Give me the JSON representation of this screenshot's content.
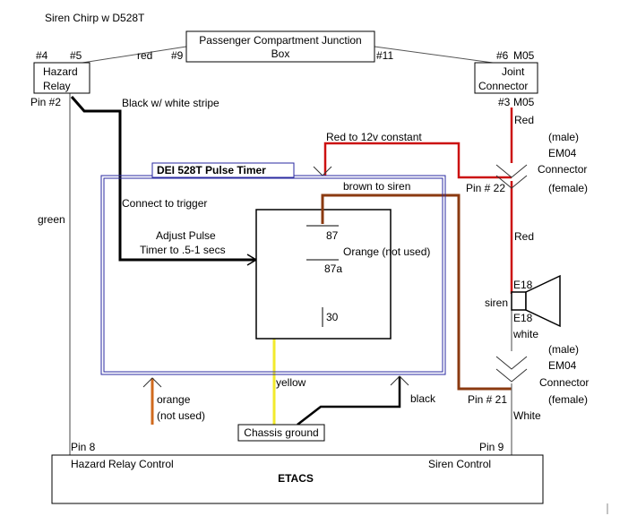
{
  "title": "Siren Chirp w D528T",
  "blocks": {
    "junction_box": [
      "Passenger Compartment Junction",
      "Box"
    ],
    "hazard_relay": [
      "Hazard",
      "Relay"
    ],
    "joint_connector": [
      "Joint",
      "Connector"
    ],
    "timer_title": "DEI 528T Pulse Timer",
    "chassis_ground": "Chassis ground",
    "etacs": "ETACS"
  },
  "pins": {
    "p4": "#4",
    "p5": "#5",
    "p9": "#9",
    "p11": "#11",
    "p6": "#6",
    "m05_top": "M05",
    "p3": "#3",
    "m05_bottom": "M05",
    "pin2": "Pin #2",
    "pin22": "Pin # 22",
    "pin21": "Pin # 21",
    "pin8": "Pin 8",
    "pin9": "Pin 9"
  },
  "relay": {
    "t87": "87",
    "t87a": "87a",
    "t30": "30"
  },
  "labels": {
    "red_top": "red",
    "black_white": "Black w/ white stripe",
    "red_m05": "Red",
    "red_12v": "Red to 12v constant",
    "em04_top": [
      "(male)",
      "EM04",
      "Connector",
      "(female)"
    ],
    "brown_siren": "brown to siren",
    "connect_trigger": "Connect to trigger",
    "adjust_pulse": [
      "Adjust Pulse",
      "Timer to .5-1 secs"
    ],
    "orange_relay": "Orange (not used)",
    "green": "green",
    "red_mid": "Red",
    "e18_top": "E18",
    "siren": "siren",
    "e18_bottom": "E18",
    "white_small": "white",
    "em04_bottom": [
      "(male)",
      "EM04",
      "Connector",
      "(female)"
    ],
    "orange_bottom": [
      "orange",
      "(not used)"
    ],
    "yellow": "yellow",
    "black": "black",
    "white_cap": "White",
    "hazard_relay_control": "Hazard Relay Control",
    "siren_control": "Siren Control"
  },
  "colors": {
    "red_wire": "#cc1111",
    "black_wire": "#000000",
    "brown_wire": "#8b3a10",
    "yellow_wire": "#f2ea2c",
    "orange_wire": "#d06a1e",
    "gray_wire": "#555555",
    "timer_border": "#2a2aa0"
  }
}
